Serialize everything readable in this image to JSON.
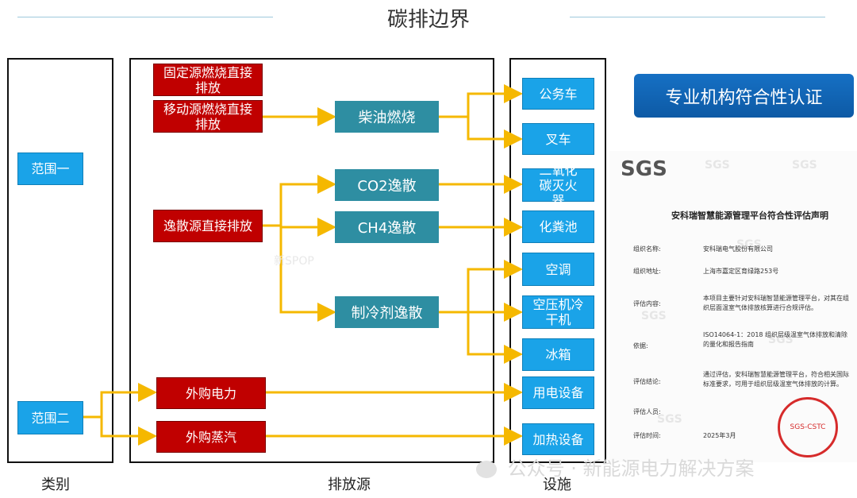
{
  "title": "碳排边界",
  "columns": {
    "category": "类别",
    "source": "排放源",
    "facility": "设施"
  },
  "scopes": {
    "scope1": "范围一",
    "scope2": "范围二"
  },
  "sources": {
    "fixed": "固定源燃烧直接排放",
    "mobile": "移动源燃烧直接排放",
    "fugitive": "逸散源直接排放",
    "electricity": "外购电力",
    "steam": "外购蒸汽"
  },
  "processes": {
    "diesel": "柴油燃烧",
    "co2": "CO2逸散",
    "ch4": "CH4逸散",
    "refrigerant": "制冷剂逸散"
  },
  "facilities": {
    "car": "公务车",
    "forklift": "叉车",
    "extinguisher": "二氧化碳灭火器",
    "septic": "化粪池",
    "ac": "空调",
    "chiller": "空压机冷干机",
    "fridge": "冰箱",
    "electric": "用电设备",
    "heating": "加热设备"
  },
  "certification": {
    "banner": "专业机构符合性认证",
    "logo": "SGS",
    "doc_title": "安科瑞智慧能源管理平台符合性评估声明",
    "rows": [
      {
        "label": "组织名称:",
        "value": "安科瑞电气股份有限公司"
      },
      {
        "label": "组织地址:",
        "value": "上海市嘉定区育绿路253号"
      },
      {
        "label": "评估内容:",
        "value": "本项目主要针对安科瑞智慧能源管理平台，对其在组织层面温室气体排放核算进行合规评估。"
      },
      {
        "label": "依据:",
        "value": "ISO14064-1：2018 组织层级温室气体排放和清除的量化和报告指南"
      },
      {
        "label": "评估结论:",
        "value": "通过评估，安科瑞智慧能源管理平台，符合相关国际标准要求，可用于组织层级温室气体排放的计算。"
      },
      {
        "label": "评估人员:",
        "value": ""
      },
      {
        "label": "评估时间:",
        "value": "2025年3月"
      }
    ],
    "seal_text": "SGS-CSTC"
  },
  "watermarks": {
    "middle": "新SPOP",
    "footer": "公众号 · 新能源电力解决方案"
  },
  "colors": {
    "scope_box": "#1aa3e8",
    "source_box": "#c00000",
    "process_box": "#2e8ea2",
    "arrow": "#f5b800",
    "banner": "#1670c4"
  }
}
